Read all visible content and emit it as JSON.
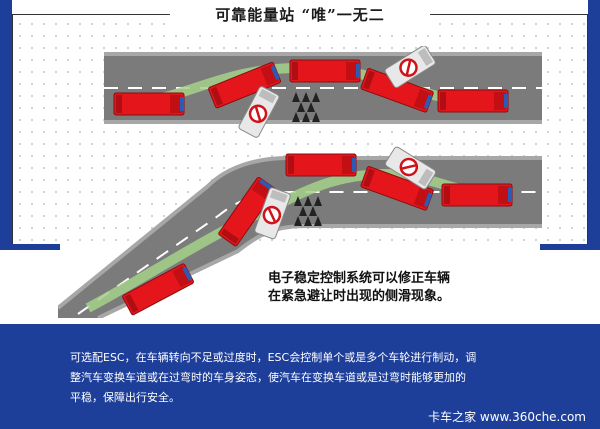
{
  "header": {
    "title": "可靠能量站 “唯”一无二"
  },
  "diagram": {
    "caption_line1": "电子稳定控制系统可以修正车辆",
    "caption_line2": "在紧急避让时出现的侧滑现象。",
    "road_color": "#7b7b7b",
    "road_edge_color": "#a7a7a7",
    "truck_color": "#e4161c",
    "guide_color": "#a6d189",
    "van_color": "#e8e8e8",
    "no_entry_color": "#d0121a"
  },
  "footer": {
    "description_line1": "可选配ESC，在车辆转向不足或过度时，ESC会控制单个或是多个车轮进行制动，调",
    "description_line2": "整汽车变换车道或在过弯时的车身姿态，使汽车在变换车道或是过弯时能够更加的",
    "description_line3": "平稳，保障出行安全。",
    "watermark": "卡车之家 www.360che.com"
  },
  "colors": {
    "frame_blue": "#1d3f99",
    "background": "#ffffff"
  }
}
